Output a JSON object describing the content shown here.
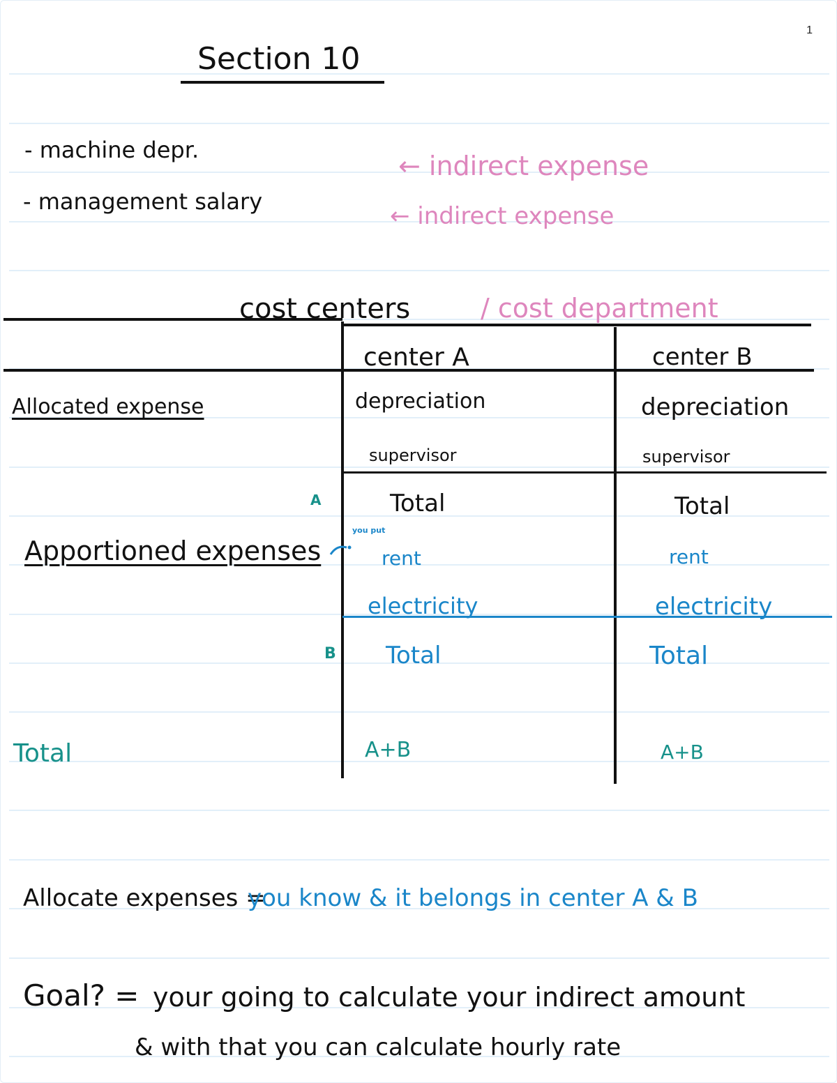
{
  "page": {
    "number": "1",
    "title": "Section 10"
  },
  "notes": {
    "items": [
      {
        "label": "- machine depr.",
        "annotation": "← indirect expense"
      },
      {
        "label": "- management salary",
        "annotation": "← indirect expense"
      }
    ]
  },
  "table": {
    "title": "cost centers",
    "title_alt": "/ cost department",
    "columns": [
      "center A",
      "center B"
    ],
    "sections": {
      "allocated": {
        "label": "Allocated expense",
        "marker": "A",
        "rows": {
          "center_a": [
            "depreciation",
            "supervisor",
            "Total"
          ],
          "center_b": [
            "depreciation",
            "supervisor",
            "Total"
          ]
        }
      },
      "apportioned": {
        "label": "Apportioned expenses",
        "arrow_note": "you put",
        "marker": "B",
        "rows": {
          "center_a": [
            "rent",
            "electricity",
            "Total"
          ],
          "center_b": [
            "rent",
            "electricity",
            "Total"
          ]
        }
      },
      "total": {
        "label": "Total",
        "center_a": "A+B",
        "center_b": "A+B"
      }
    }
  },
  "definitions": {
    "allocate_term": "Allocate expenses =",
    "allocate_def": "you know & it belongs in center A & B",
    "goal_term": "Goal? =",
    "goal_line1": "your going to calculate your indirect amount",
    "goal_line2": "& with that you can calculate hourly rate"
  },
  "colors": {
    "black_ink": "#111111",
    "pink_ink": "#de86bd",
    "blue_ink": "#1a86c9",
    "teal_ink": "#17918a",
    "rule_line": "#e2eff9"
  }
}
